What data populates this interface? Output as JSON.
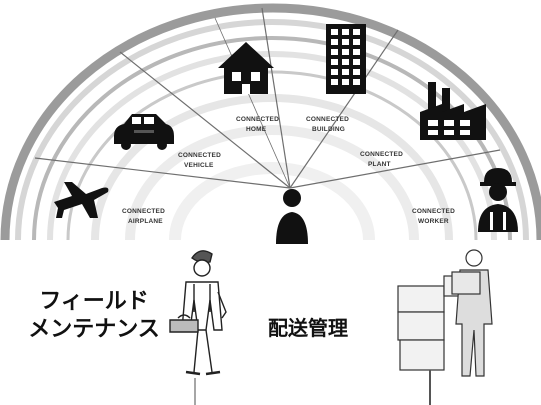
{
  "diagram": {
    "segments": [
      {
        "key": "airplane",
        "label_line1": "CONNECTED",
        "label_line2": "AIRPLANE",
        "icon": "airplane-icon"
      },
      {
        "key": "vehicle",
        "label_line1": "CONNECTED",
        "label_line2": "VEHICLE",
        "icon": "car-icon"
      },
      {
        "key": "home",
        "label_line1": "CONNECTED",
        "label_line2": "HOME",
        "icon": "house-icon"
      },
      {
        "key": "building",
        "label_line1": "CONNECTED",
        "label_line2": "BUILDING",
        "icon": "building-icon"
      },
      {
        "key": "plant",
        "label_line1": "CONNECTED",
        "label_line2": "PLANT",
        "icon": "factory-icon"
      },
      {
        "key": "worker",
        "label_line1": "CONNECTED",
        "label_line2": "WORKER",
        "icon": "worker-icon"
      }
    ],
    "center_icon": "person-icon"
  },
  "captions": {
    "field_maintenance": [
      "フィールド",
      "メンテナンス"
    ],
    "delivery_management": "配送管理"
  },
  "colors": {
    "ink": "#111111",
    "arc_dark": "#8a8a8a",
    "arc_light": "#d6d6d6",
    "ray": "#6f6f6f"
  }
}
